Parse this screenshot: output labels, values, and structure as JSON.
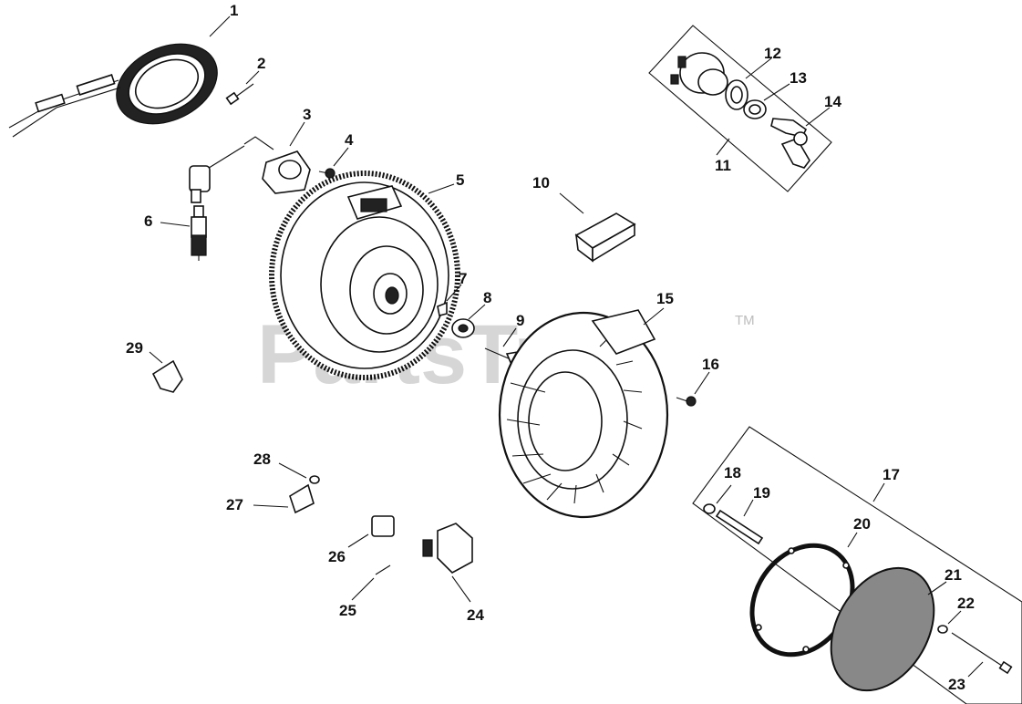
{
  "watermark": {
    "text": "PartsTree",
    "trademark": "TM"
  },
  "callouts": [
    "1",
    "2",
    "3",
    "4",
    "5",
    "6",
    "7",
    "8",
    "9",
    "10",
    "11",
    "12",
    "13",
    "14",
    "15",
    "16",
    "17",
    "18",
    "19",
    "20",
    "21",
    "22",
    "23",
    "24",
    "25",
    "26",
    "27",
    "28",
    "29"
  ],
  "colors": {
    "line": "#111111",
    "watermark": "#c9c9c9",
    "background": "#ffffff"
  }
}
